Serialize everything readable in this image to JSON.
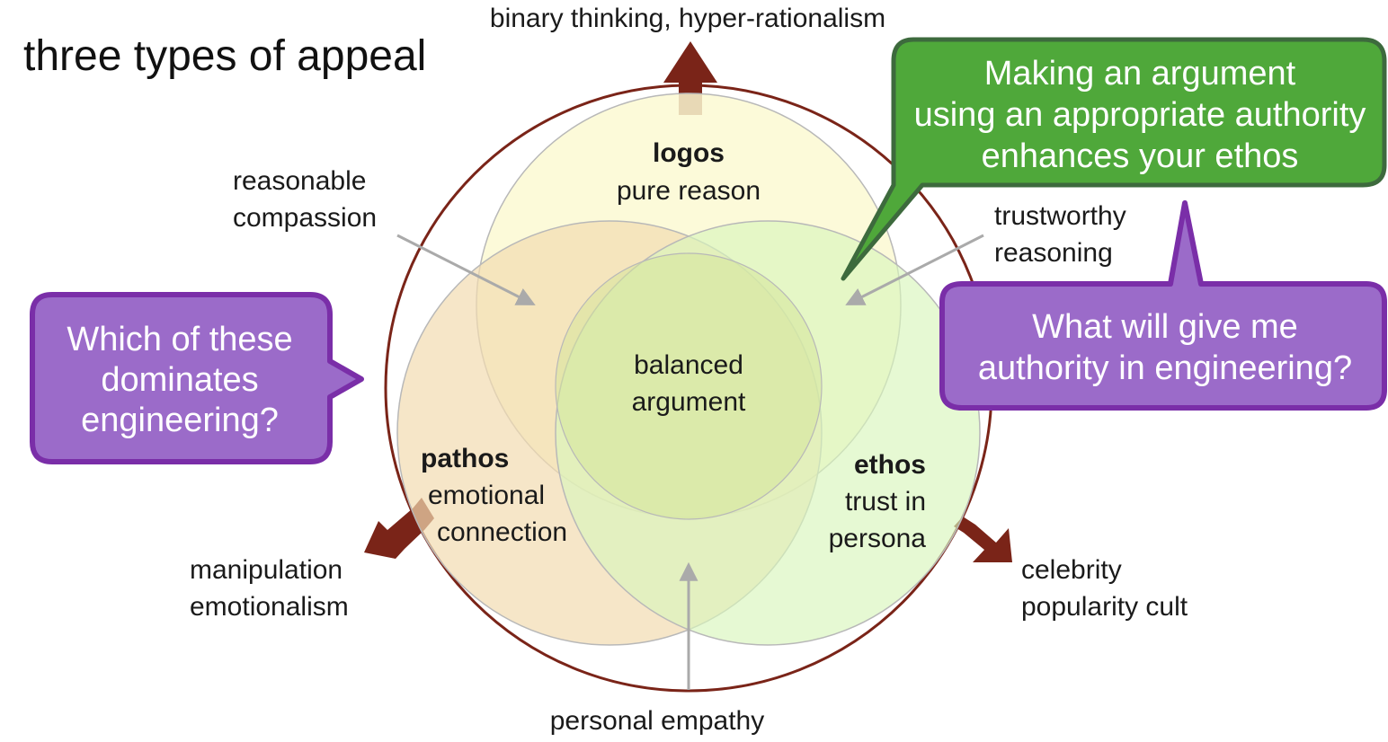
{
  "title": "three types of appeal",
  "extremes": {
    "top": "binary thinking, hyper-rationalism",
    "bottom_left": [
      "manipulation",
      "emotionalism"
    ],
    "bottom_right": [
      "celebrity",
      "popularity cult"
    ],
    "bottom": "personal empathy"
  },
  "circles": {
    "logos": {
      "name": "logos",
      "desc": [
        "pure reason"
      ],
      "color": "#fbf9d2"
    },
    "pathos": {
      "name": "pathos",
      "desc": [
        "emotional",
        "connection"
      ],
      "color": "#f2dcb1"
    },
    "ethos": {
      "name": "ethos",
      "desc": [
        "trust in",
        "persona"
      ],
      "color": "#d8f6bc"
    },
    "center": [
      "balanced",
      "argument"
    ],
    "center_color": "#d6e69a"
  },
  "overlaps": {
    "logos_pathos": [
      "reasonable",
      "compassion"
    ],
    "logos_ethos": [
      "trustworthy",
      "reasoning"
    ]
  },
  "callouts": {
    "question_left": [
      "Which of these",
      "dominates",
      "engineering?"
    ],
    "question_right": [
      "What will give me",
      "authority in engineering?"
    ],
    "green_note": [
      "Making an argument",
      "using an appropriate authority",
      "enhances your ethos"
    ]
  },
  "colors": {
    "outer_ring": "#7a2418",
    "arrow": "#7a2418",
    "purple_fill": "#9b6bc9",
    "purple_border": "#7a2ea8",
    "green_fill": "#4fa83a",
    "green_border": "#3d6a3d",
    "pointer_gray": "#aaaaaa"
  },
  "icons": {
    "extreme_arrows": "block-arrow-icon",
    "pointer_arrows": "thin-arrow-icon"
  }
}
